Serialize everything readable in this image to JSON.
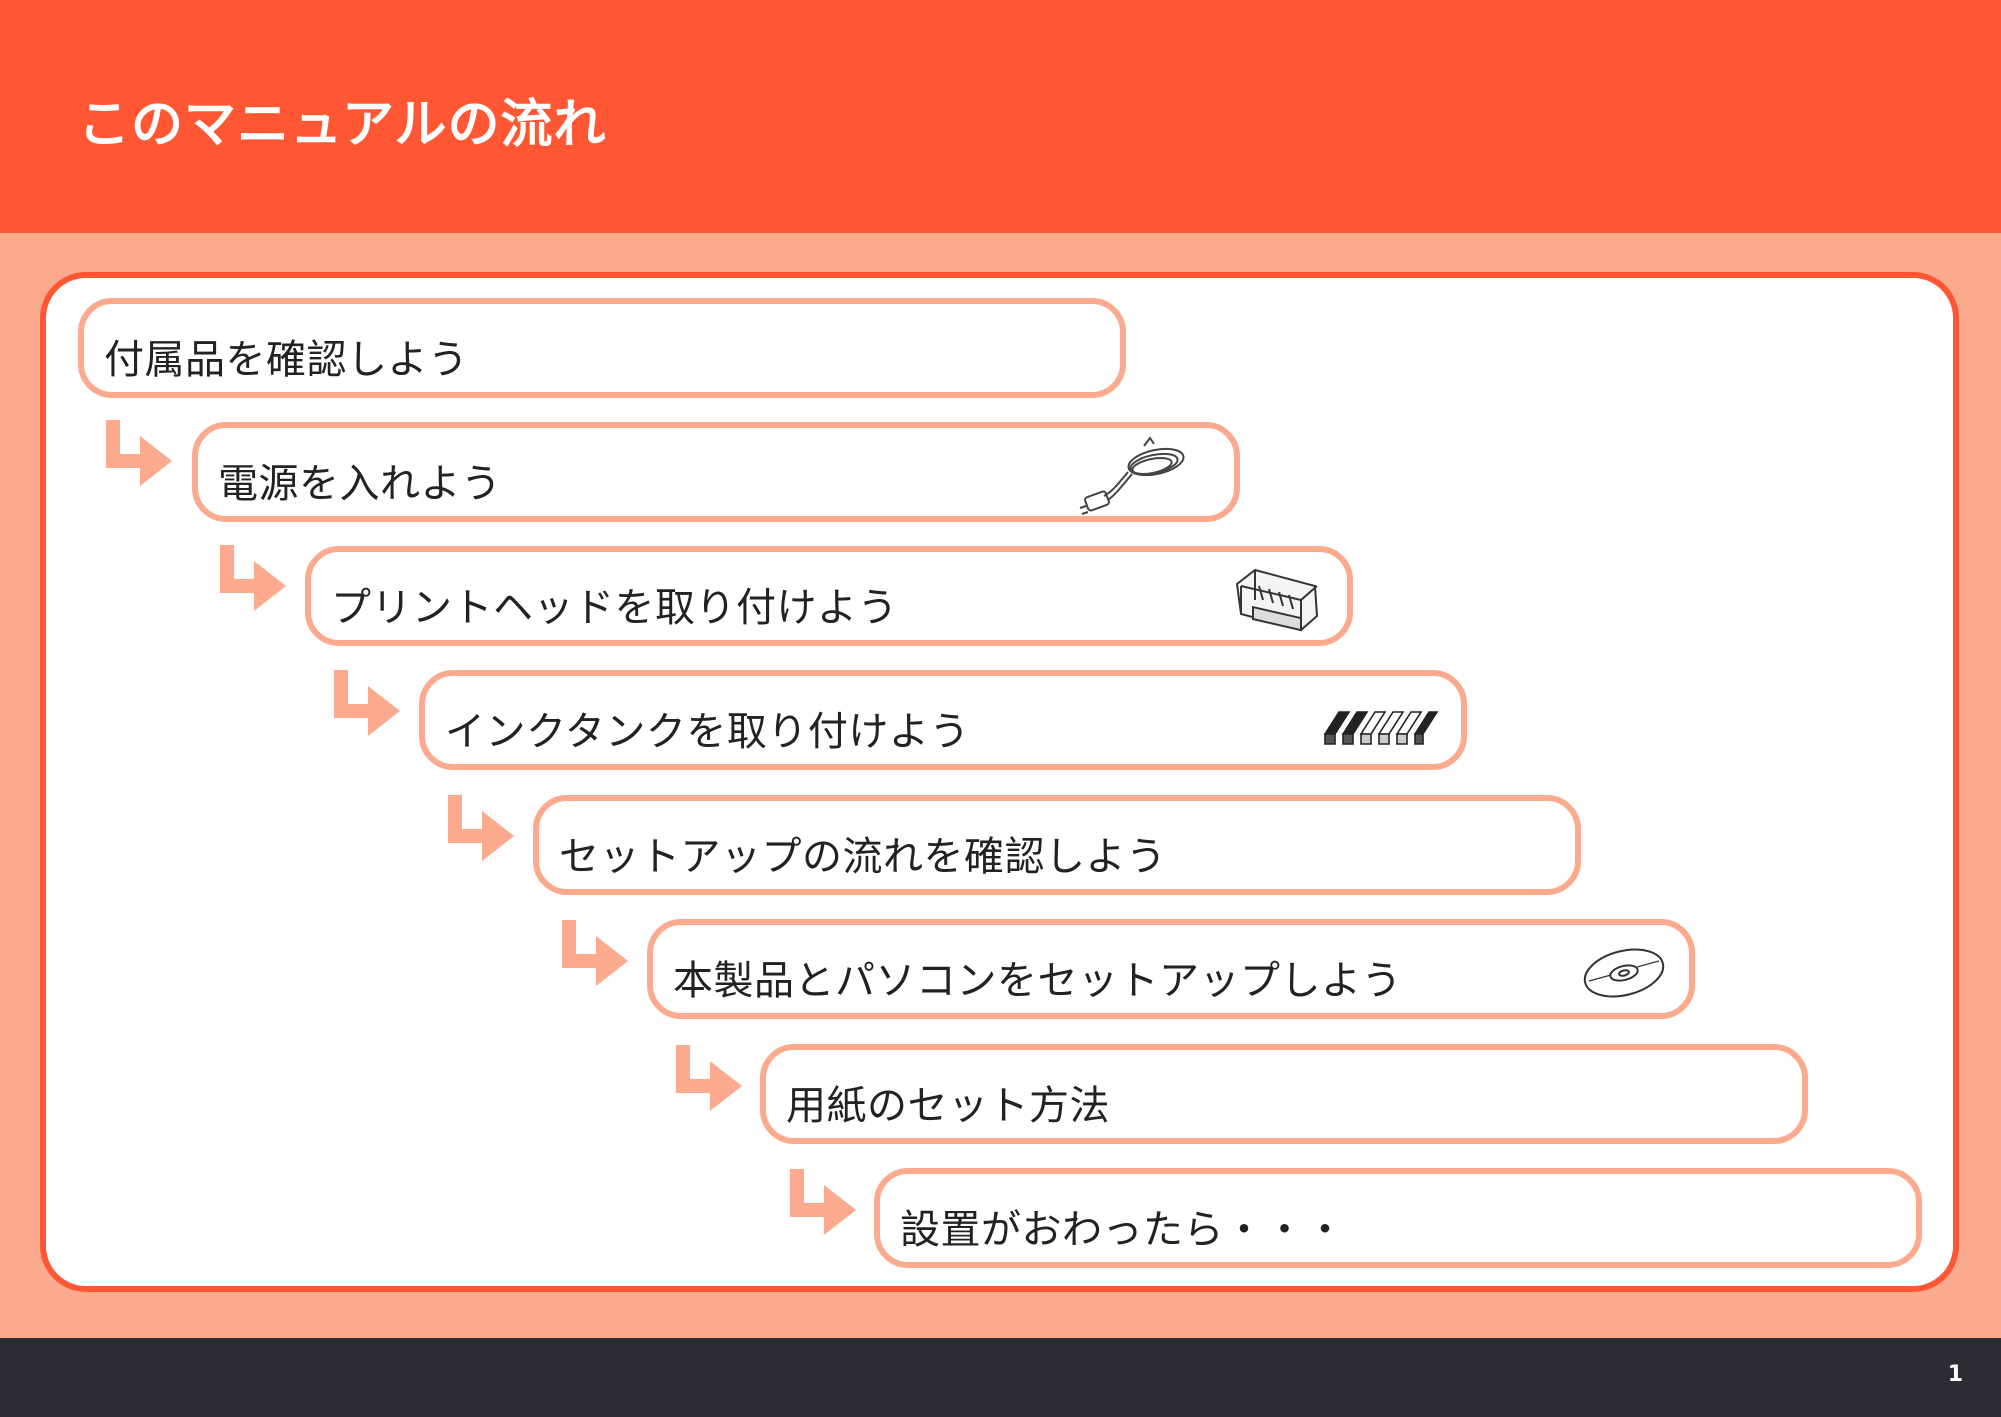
{
  "header": {
    "title": "このマニュアルの流れ"
  },
  "steps": [
    {
      "label": "付属品を確認しよう",
      "icon": "none"
    },
    {
      "label": "電源を入れよう",
      "icon": "power-cord-icon"
    },
    {
      "label": "プリントヘッドを取り付けよう",
      "icon": "print-head-icon"
    },
    {
      "label": "インクタンクを取り付けよう",
      "icon": "ink-tanks-icon"
    },
    {
      "label": "セットアップの流れを確認しよう",
      "icon": "none"
    },
    {
      "label": "本製品とパソコンをセットアップしよう",
      "icon": "cd-rom-icon"
    },
    {
      "label": "用紙のセット方法",
      "icon": "none"
    },
    {
      "label": "設置がおわったら・・・",
      "icon": "none"
    }
  ],
  "footer": {
    "page_number": "1"
  },
  "colors": {
    "header": "#ff5733",
    "background": "#fbaa8d",
    "footer": "#2c2c34",
    "panel": "#ffffff"
  }
}
